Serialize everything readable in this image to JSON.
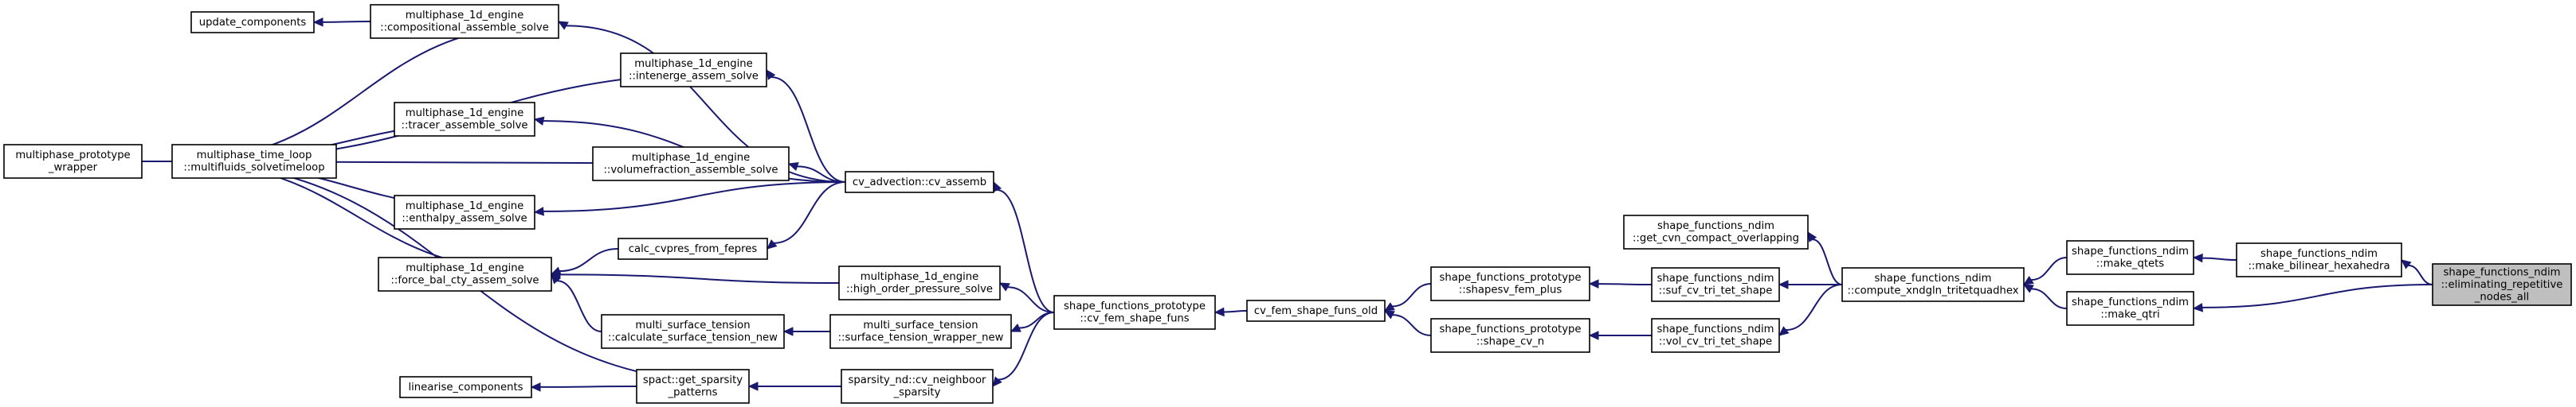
{
  "graph": {
    "title": "",
    "nodes": [
      {
        "id": "update_components",
        "lines": [
          "update_components"
        ]
      },
      {
        "id": "ml1d_comp",
        "lines": [
          "multiphase_1d_engine",
          "::compositional_assemble_solve"
        ]
      },
      {
        "id": "ml1d_intenerge",
        "lines": [
          "multiphase_1d_engine",
          "::intenerge_assem_solve"
        ]
      },
      {
        "id": "ml1d_tracer",
        "lines": [
          "multiphase_1d_engine",
          "::tracer_assemble_solve"
        ]
      },
      {
        "id": "mp_wrapper",
        "lines": [
          "multiphase_prototype",
          "_wrapper"
        ]
      },
      {
        "id": "mtl_msolve",
        "lines": [
          "multiphase_time_loop",
          "::multifluids_solvetimeloop"
        ]
      },
      {
        "id": "ml1d_volfrac",
        "lines": [
          "multiphase_1d_engine",
          "::volumefraction_assemble_solve"
        ]
      },
      {
        "id": "ml1d_enthalpy",
        "lines": [
          "multiphase_1d_engine",
          "::enthalpy_assem_solve"
        ]
      },
      {
        "id": "cv_assemb",
        "lines": [
          "cv_advection::cv_assemb"
        ]
      },
      {
        "id": "calc_cvpres",
        "lines": [
          "calc_cvpres_from_fepres"
        ]
      },
      {
        "id": "ml1d_forcebal",
        "lines": [
          "multiphase_1d_engine",
          "::force_bal_cty_assem_solve"
        ]
      },
      {
        "id": "ml1d_highorder",
        "lines": [
          "multiphase_1d_engine",
          "::high_order_pressure_solve"
        ]
      },
      {
        "id": "mst_calc",
        "lines": [
          "multi_surface_tension",
          "::calculate_surface_tension_new"
        ]
      },
      {
        "id": "mst_wrapper",
        "lines": [
          "multi_surface_tension",
          "::surface_tension_wrapper_new"
        ]
      },
      {
        "id": "linearise_components",
        "lines": [
          "linearise_components"
        ]
      },
      {
        "id": "spact_getsparsity",
        "lines": [
          "spact::get_sparsity",
          "_patterns"
        ]
      },
      {
        "id": "sparsity_nd",
        "lines": [
          "sparsity_nd::cv_neighboor",
          "_sparsity"
        ]
      },
      {
        "id": "sfp_cvfem",
        "lines": [
          "shape_functions_prototype",
          "::cv_fem_shape_funs"
        ]
      },
      {
        "id": "cv_fem_old",
        "lines": [
          "cv_fem_shape_funs_old"
        ]
      },
      {
        "id": "sfp_shapesv",
        "lines": [
          "shape_functions_prototype",
          "::shapesv_fem_plus"
        ]
      },
      {
        "id": "sfp_shapecvn",
        "lines": [
          "shape_functions_prototype",
          "::shape_cv_n"
        ]
      },
      {
        "id": "sfn_getcvn",
        "lines": [
          "shape_functions_ndim",
          "::get_cvn_compact_overlapping"
        ]
      },
      {
        "id": "sfn_sufcv",
        "lines": [
          "shape_functions_ndim",
          "::suf_cv_tri_tet_shape"
        ]
      },
      {
        "id": "sfn_volcv",
        "lines": [
          "shape_functions_ndim",
          "::vol_cv_tri_tet_shape"
        ]
      },
      {
        "id": "sfn_compute",
        "lines": [
          "shape_functions_ndim",
          "::compute_xndgln_tritetquadhex"
        ]
      },
      {
        "id": "sfn_qtets",
        "lines": [
          "shape_functions_ndim",
          "::make_qtets"
        ]
      },
      {
        "id": "sfn_qtri",
        "lines": [
          "shape_functions_ndim",
          "::make_qtri"
        ]
      },
      {
        "id": "sfn_bilinear",
        "lines": [
          "shape_functions_ndim",
          "::make_bilinear_hexahedra"
        ]
      },
      {
        "id": "sfn_eliminating",
        "lines": [
          "shape_functions_ndim",
          "::eliminating_repetitive",
          "_nodes_all"
        ],
        "highlighted": true
      }
    ],
    "edges": [
      {
        "from": "ml1d_comp",
        "to": "update_components"
      },
      {
        "from": "mtl_msolve",
        "to": "ml1d_comp"
      },
      {
        "from": "mtl_msolve",
        "to": "ml1d_intenerge"
      },
      {
        "from": "mtl_msolve",
        "to": "ml1d_tracer"
      },
      {
        "from": "mp_wrapper",
        "to": "mtl_msolve"
      },
      {
        "from": "mtl_msolve",
        "to": "ml1d_volfrac"
      },
      {
        "from": "mtl_msolve",
        "to": "ml1d_enthalpy"
      },
      {
        "from": "mtl_msolve",
        "to": "ml1d_forcebal"
      },
      {
        "from": "mtl_msolve",
        "to": "spact_getsparsity"
      },
      {
        "from": "cv_assemb",
        "to": "ml1d_comp"
      },
      {
        "from": "cv_assemb",
        "to": "ml1d_intenerge"
      },
      {
        "from": "cv_assemb",
        "to": "ml1d_tracer"
      },
      {
        "from": "cv_assemb",
        "to": "ml1d_volfrac"
      },
      {
        "from": "cv_assemb",
        "to": "ml1d_enthalpy"
      },
      {
        "from": "cv_assemb",
        "to": "calc_cvpres"
      },
      {
        "from": "calc_cvpres",
        "to": "ml1d_forcebal"
      },
      {
        "from": "ml1d_highorder",
        "to": "ml1d_forcebal"
      },
      {
        "from": "mst_calc",
        "to": "ml1d_forcebal"
      },
      {
        "from": "mst_wrapper",
        "to": "mst_calc"
      },
      {
        "from": "spact_getsparsity",
        "to": "linearise_components"
      },
      {
        "from": "sparsity_nd",
        "to": "spact_getsparsity"
      },
      {
        "from": "sfp_cvfem",
        "to": "cv_assemb"
      },
      {
        "from": "sfp_cvfem",
        "to": "ml1d_highorder"
      },
      {
        "from": "sfp_cvfem",
        "to": "mst_wrapper"
      },
      {
        "from": "sfp_cvfem",
        "to": "sparsity_nd"
      },
      {
        "from": "cv_fem_old",
        "to": "sfp_cvfem"
      },
      {
        "from": "sfp_shapesv",
        "to": "cv_fem_old"
      },
      {
        "from": "sfp_shapecvn",
        "to": "cv_fem_old"
      },
      {
        "from": "sfn_sufcv",
        "to": "sfp_shapesv"
      },
      {
        "from": "sfn_volcv",
        "to": "sfp_shapecvn"
      },
      {
        "from": "sfn_compute",
        "to": "sfn_getcvn"
      },
      {
        "from": "sfn_compute",
        "to": "sfn_sufcv"
      },
      {
        "from": "sfn_compute",
        "to": "sfn_volcv"
      },
      {
        "from": "sfn_qtets",
        "to": "sfn_compute"
      },
      {
        "from": "sfn_qtri",
        "to": "sfn_compute"
      },
      {
        "from": "sfn_bilinear",
        "to": "sfn_qtets"
      },
      {
        "from": "sfn_eliminating",
        "to": "sfn_bilinear"
      },
      {
        "from": "sfn_eliminating",
        "to": "sfn_qtri"
      }
    ]
  },
  "colors": {
    "edge": "#191970",
    "node_fill": "#ffffff",
    "node_stroke": "#000000",
    "highlight_fill": "#bfbfbf"
  }
}
